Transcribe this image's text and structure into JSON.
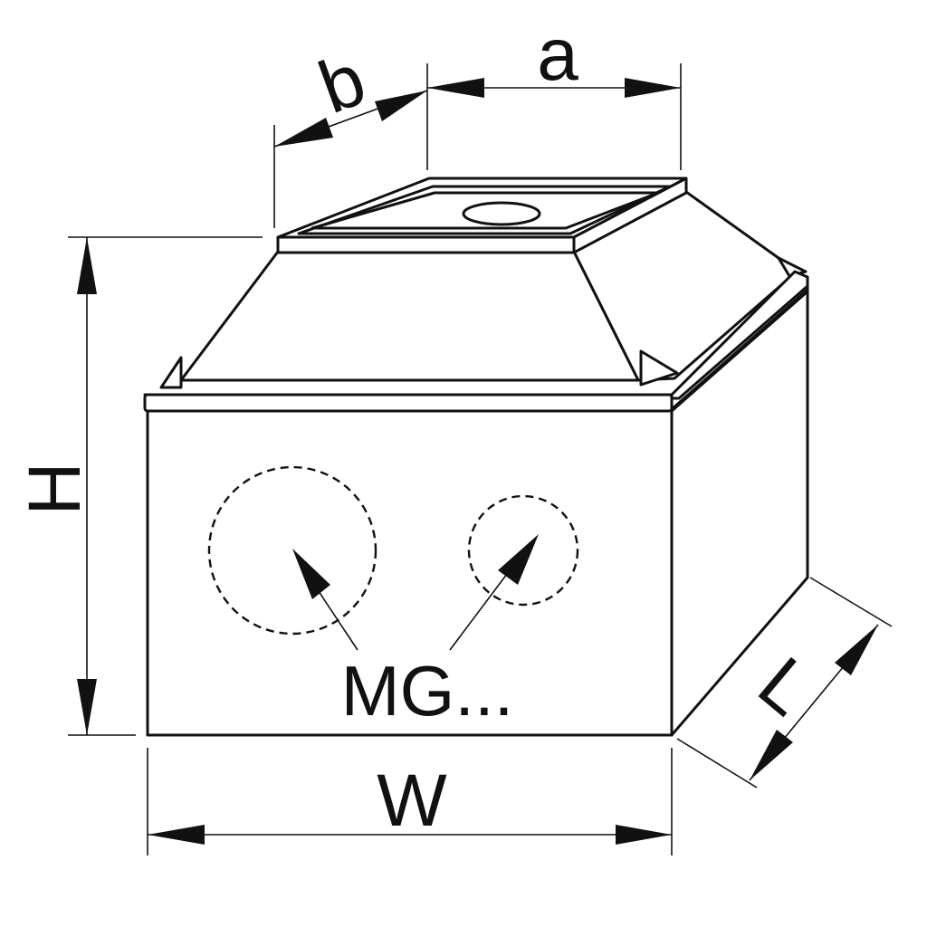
{
  "labels": {
    "a": "a",
    "b": "b",
    "H": "H",
    "W": "W",
    "L": "L",
    "MG": "MG..."
  },
  "colors": {
    "stroke": "#111111",
    "background": "#ffffff"
  }
}
